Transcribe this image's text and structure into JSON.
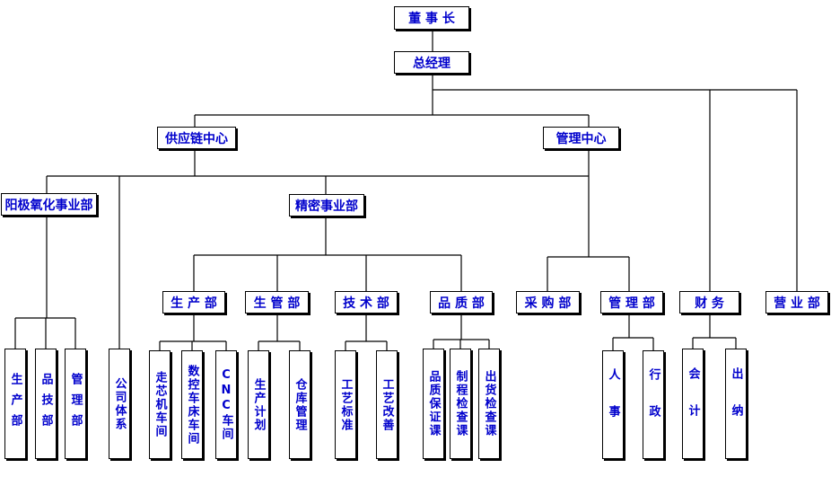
{
  "nodes": {
    "chairman": "董 事 长",
    "gm": "总经理",
    "supply_chain": "供应链中心",
    "mgmt_center": "管理中心",
    "anodizing": "阳极氧化事业部",
    "precision": "精密事业部",
    "company_system": "公司体系",
    "prod_dept": "生 产 部",
    "prod_mgmt": "生 管 部",
    "tech_dept": "技 术 部",
    "quality_dept": "品 质 部",
    "purchasing": "采 购 部",
    "admin_dept": "管 理 部",
    "finance": "财  务",
    "sales": "营 业 部",
    "a_prod": "生产部",
    "a_tech": "品技部",
    "a_mgmt": "管理部",
    "core_workshop": "走芯机车间",
    "cnc_lathe": "数控车床车间",
    "cnc_workshop": "CNC车间",
    "prod_plan": "生产计划",
    "warehouse": "仓库管理",
    "process_std": "工艺标准",
    "process_imp": "工艺改善",
    "qa": "品质保证课",
    "in_process": "制程检查课",
    "outgoing": "出货检查课",
    "hr": "人事",
    "admin": "行政",
    "accounting": "会计",
    "cashier": "出纳"
  }
}
